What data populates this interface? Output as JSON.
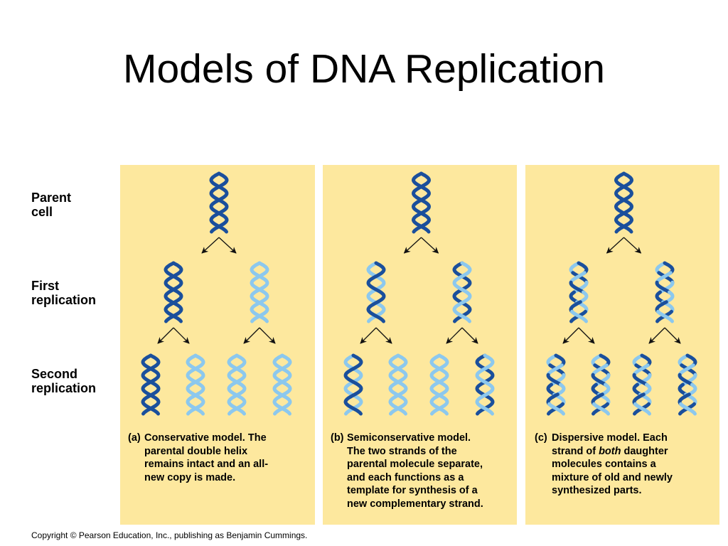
{
  "slide": {
    "title": "Models of DNA Replication"
  },
  "row_labels": {
    "parent": [
      "Parent",
      "cell"
    ],
    "first": [
      "First",
      "replication"
    ],
    "second": [
      "Second",
      "replication"
    ]
  },
  "colors": {
    "panel_bg": "#fde89e",
    "old_strand": "#1a4f9c",
    "new_strand": "#8cc8ee",
    "arrow": "#111111"
  },
  "models": [
    {
      "tag": "(a)",
      "name": "Conservative model.",
      "lines": [
        "The",
        "parental double helix",
        "remains intact and an all-",
        "new copy is made."
      ],
      "first": [
        [
          "old",
          "old"
        ],
        [
          "new",
          "new"
        ]
      ],
      "second": [
        [
          "old",
          "old"
        ],
        [
          "new",
          "new"
        ],
        [
          "new",
          "new"
        ],
        [
          "new",
          "new"
        ]
      ]
    },
    {
      "tag": "(b)",
      "name": "Semiconservative model.",
      "lines": [
        "",
        "The two strands of the",
        "parental molecule separate,",
        "and each functions as a",
        "template for synthesis of a",
        "new complementary strand."
      ],
      "first": [
        [
          "old",
          "new"
        ],
        [
          "new",
          "old"
        ]
      ],
      "second": [
        [
          "old",
          "new"
        ],
        [
          "new",
          "new"
        ],
        [
          "new",
          "new"
        ],
        [
          "new",
          "old"
        ]
      ]
    },
    {
      "tag": "(c)",
      "name": "Dispersive model.",
      "lines": [
        "Each",
        "strand of both daughter",
        "molecules contains a",
        "mixture of old and newly",
        "synthesized parts."
      ],
      "first": [
        [
          "mixed",
          "mixed"
        ],
        [
          "mixed",
          "mixed"
        ]
      ],
      "second": [
        [
          "mixed",
          "mixed"
        ],
        [
          "mixed",
          "mixed"
        ],
        [
          "mixed",
          "mixed"
        ],
        [
          "mixed",
          "mixed"
        ]
      ]
    }
  ],
  "copyright": "Copyright © Pearson Education, Inc., publishing as Benjamin Cummings."
}
